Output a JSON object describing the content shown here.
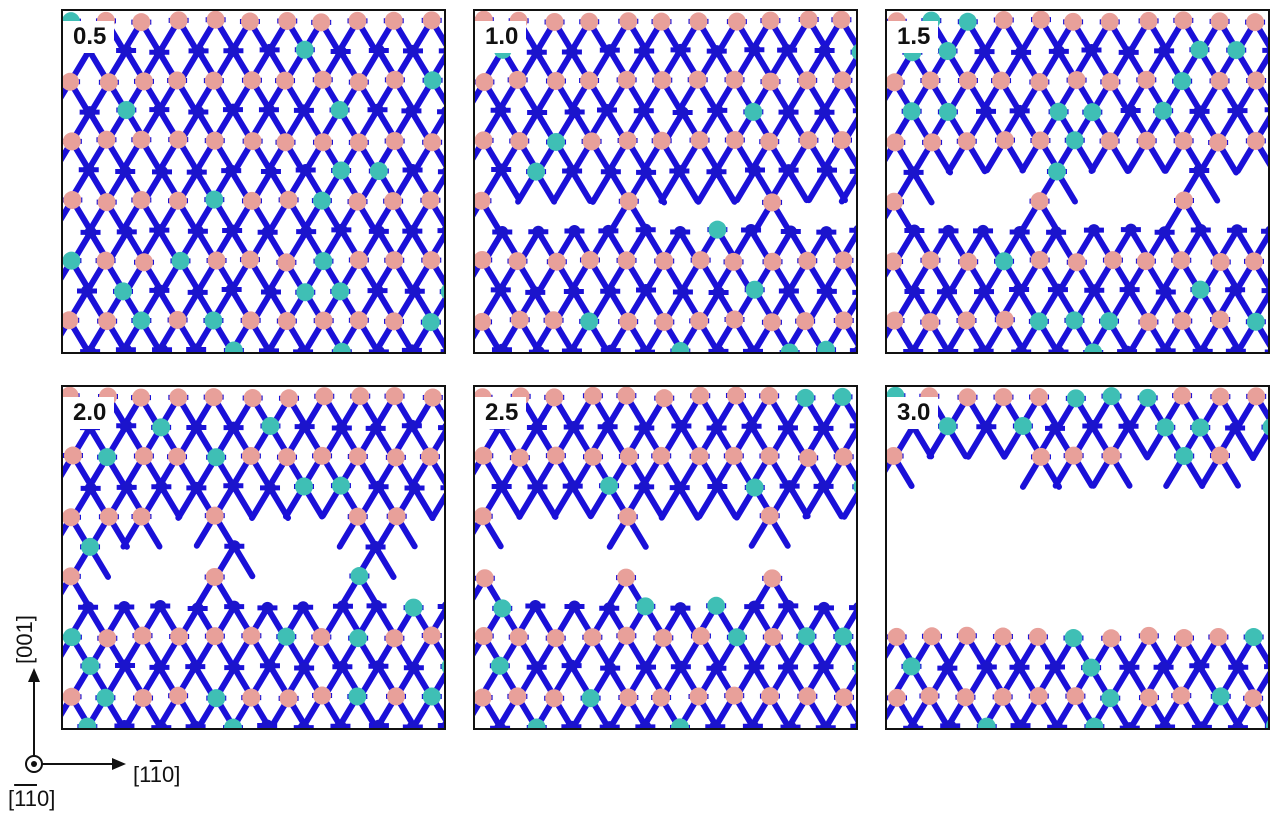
{
  "panels": [
    {
      "label": "0.5",
      "gap_level": 0.0
    },
    {
      "label": "1.0",
      "gap_level": 0.2
    },
    {
      "label": "1.5",
      "gap_level": 0.35
    },
    {
      "label": "2.0",
      "gap_level": 0.5
    },
    {
      "label": "2.5",
      "gap_level": 0.7
    },
    {
      "label": "3.0",
      "gap_level": 1.0
    }
  ],
  "axes": {
    "vertical": "[001]",
    "horizontal_pre": "[1",
    "horizontal_bar": "1",
    "horizontal_post": "0]",
    "out_of_plane_pre": "[",
    "out_of_plane_bar": "11",
    "out_of_plane_post": "0]"
  },
  "colors": {
    "bond": "#1a10d8",
    "node_blue": "#1b14cc",
    "atom_pink": "#e8a09a",
    "atom_teal": "#3fbfb5",
    "border": "#111111"
  }
}
